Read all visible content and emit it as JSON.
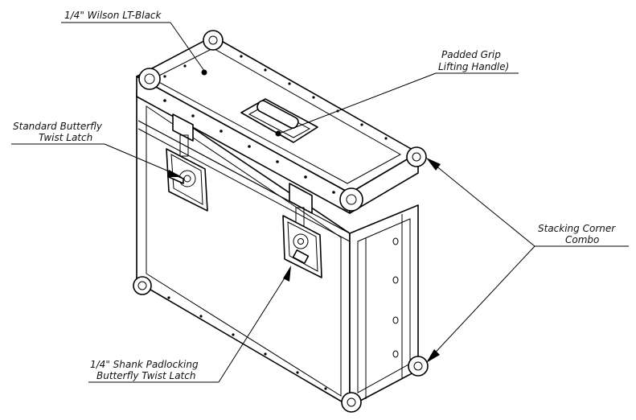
{
  "labels": {
    "material": "1/4\" Wilson LT-Black",
    "handle_line1": "Padded Grip",
    "handle_line2": "Lifting Handle)",
    "latch_line1": "Standard Butterfly",
    "latch_line2": "Twist Latch",
    "corner_line1": "Stacking Corner",
    "corner_line2": "Combo",
    "padlock_line1": "1/4\" Shank Padlocking",
    "padlock_line2": "Butterfly Twist Latch"
  }
}
